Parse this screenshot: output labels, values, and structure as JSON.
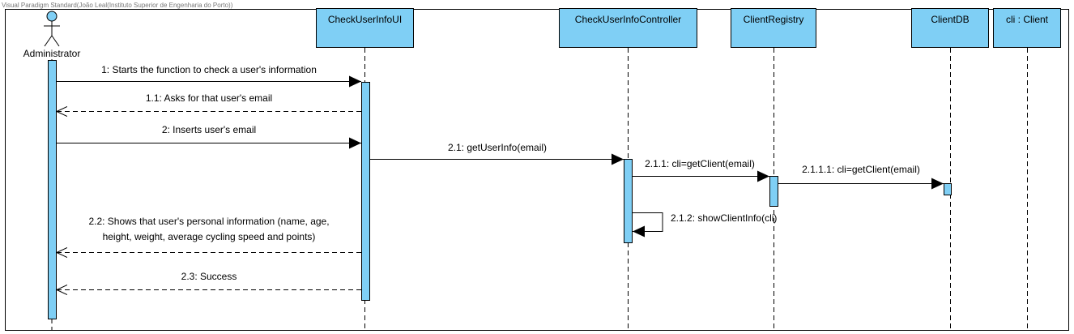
{
  "watermark": "Visual Paradigm Standard(João Leal(Instituto Superior de Engenharia do Porto))",
  "colors": {
    "lifeline_fill": "#7fcff5",
    "stroke": "#000000",
    "background": "#ffffff"
  },
  "actor": {
    "name": "Administrator",
    "icon": "stick-figure-icon"
  },
  "lifelines": [
    {
      "id": "ui",
      "name": "CheckUserInfoUI"
    },
    {
      "id": "ctrl",
      "name": "CheckUserInfoController"
    },
    {
      "id": "reg",
      "name": "ClientRegistry"
    },
    {
      "id": "db",
      "name": "ClientDB"
    },
    {
      "id": "cli",
      "name": "cli : Client"
    }
  ],
  "messages": [
    {
      "id": "m1",
      "from": "actor",
      "to": "ui",
      "type": "sync",
      "label": "1: Starts the function to check a user's information"
    },
    {
      "id": "m1_1",
      "from": "ui",
      "to": "actor",
      "type": "return",
      "label": "1.1: Asks for that user's email"
    },
    {
      "id": "m2",
      "from": "actor",
      "to": "ui",
      "type": "sync",
      "label": "2: Inserts user's email"
    },
    {
      "id": "m2_1",
      "from": "ui",
      "to": "ctrl",
      "type": "sync",
      "label": "2.1: getUserInfo(email)"
    },
    {
      "id": "m2_1_1",
      "from": "ctrl",
      "to": "reg",
      "type": "sync",
      "label": "2.1.1: cli=getClient(email)"
    },
    {
      "id": "m2_1_1_1",
      "from": "reg",
      "to": "db",
      "type": "sync",
      "label": "2.1.1.1: cli=getClient(email)"
    },
    {
      "id": "m2_1_2",
      "from": "ctrl",
      "to": "ctrl",
      "type": "self",
      "label": "2.1.2: showClientInfo(cli)"
    },
    {
      "id": "m2_2",
      "from": "ui",
      "to": "actor",
      "type": "return",
      "label": [
        "2.2: Shows that user's personal information (name, age,",
        "height, weight, average cycling speed and points)"
      ]
    },
    {
      "id": "m2_3",
      "from": "ui",
      "to": "actor",
      "type": "return",
      "label": "2.3: Success"
    }
  ]
}
